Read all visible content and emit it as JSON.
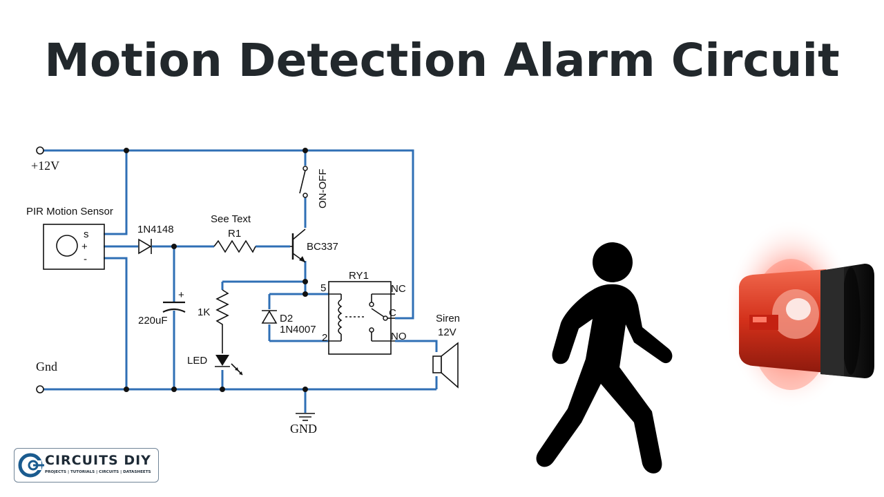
{
  "title": "Motion Detection Alarm Circuit",
  "labels": {
    "vplus": "+12V",
    "gnd_left": "Gnd",
    "gnd_bottom": "GND",
    "pir": "PIR Motion Sensor",
    "pir_s": "s",
    "pir_plus": "+",
    "pir_minus": "-",
    "diode1": "1N4148",
    "resistor_note": "See Text",
    "r1": "R1",
    "transistor": "BC337",
    "switch": "ON-OFF",
    "relay": "RY1",
    "relay_nc": "NC",
    "relay_c": "C",
    "relay_no": "NO",
    "relay_pin5": "5",
    "relay_pin2": "2",
    "d2": "D2",
    "d2_part": "1N4007",
    "cap": "220uF",
    "cap_plus": "+",
    "r_led": "1K",
    "led": "LED",
    "siren": "Siren",
    "siren_v": "12V"
  },
  "logo": {
    "brand": "CIRCUITS DIY",
    "tagline": "PROJECTS | TUTORIALS | CIRCUITS | DATASHEETS"
  },
  "colors": {
    "wire": "#2f6fb5",
    "title": "#22282c",
    "beacon": "#e2331c"
  }
}
